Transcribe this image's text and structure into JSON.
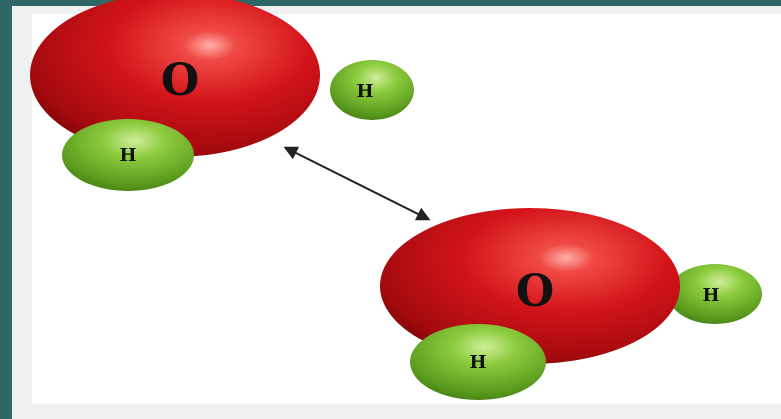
{
  "diagram": {
    "molecule_1": {
      "oxygen_label": "O",
      "hydrogen_right_label": "H",
      "hydrogen_bottom_label": "H"
    },
    "molecule_2": {
      "oxygen_label": "O",
      "hydrogen_right_label": "H",
      "hydrogen_bottom_label": "H"
    },
    "interaction_arrow": "double-headed-arrow",
    "colors": {
      "oxygen": "#d0141a",
      "hydrogen": "#6fb02a",
      "background_frame": "#2f6666",
      "panel": "#eef0f1"
    }
  }
}
